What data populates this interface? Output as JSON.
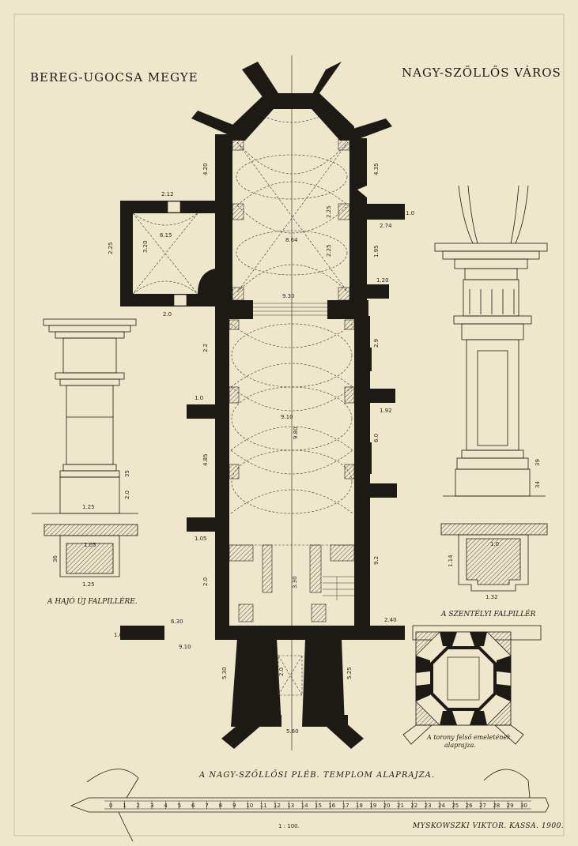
{
  "titles": {
    "county": "BEREG-UGOCSA MEGYE",
    "town": "NAGY-SZŐLLŐS VÁROS",
    "main_caption": "A NAGY-SZŐLLŐSI PLÉB. TEMPLOM ALAPRAJZA.",
    "left_detail_caption": "A HAJÓ ÚJ FALPILLÉRE.",
    "right_detail_caption": "A SZENTÉLYI FALPILLÉR",
    "tower_caption_line1": "A torony felső emeletének",
    "tower_caption_line2": "alaprajza.",
    "scale_note": "1 : 100.",
    "signature": "MYSKOWSZKI VIKTOR. KASSA. 1900."
  },
  "dimensions": {
    "sacristy_width": "2.12",
    "sacristy_inner": "6.15",
    "sacristy_height": "3.20",
    "sacristy_depth": "2.25",
    "sacristy_base": "2.0",
    "choir_left_wall": "4.20",
    "choir_right_wall": "4.35",
    "choir_width": "8.64",
    "choir_span": "9.30",
    "choir_bay": "2.25",
    "choir_bay_right": "2.25",
    "choir_buttress": "2.74",
    "choir_pier": "1.0",
    "choir_pier2": "1.95",
    "choir_end": "1.20",
    "nave_width": "9.10",
    "nave_length": "9.80",
    "nave_left_bay1": "2.2",
    "nave_left_bay2": "4.85",
    "nave_left_bay3": "2.0",
    "nave_right_bay1": "2.9",
    "nave_right_bay2": "6.0",
    "nave_right_bay3": "9.2",
    "nave_buttress_r": "1.92",
    "nave_buttress_l": "1.0",
    "nave_buttress_l2": "1.05",
    "west_span": "6.30",
    "west_left": "9.10",
    "west_right": "2.40",
    "tower_left": "5.30",
    "tower_right": "5.25",
    "tower_inner": "2.0",
    "tower_bottom": "5.60",
    "tower_door": "3.30",
    "tower_pier": "1.0",
    "left_pier_width": "1.25",
    "left_pier_height": "2.0",
    "left_pier_h2": "35",
    "left_sec_w": "1.05",
    "left_sec_d": "36",
    "right_pier_w": "1.32",
    "right_pier_h1": "39",
    "right_pier_h2": "34",
    "right_sec_w": "1.0",
    "right_sec_d": "1.14"
  },
  "scale_ticks": [
    "0",
    "1",
    "2",
    "3",
    "4",
    "5",
    "6",
    "7",
    "8",
    "9",
    "10",
    "11",
    "12",
    "13",
    "14",
    "15",
    "16",
    "17",
    "18",
    "19",
    "20",
    "21",
    "22",
    "23",
    "24",
    "25",
    "26",
    "27",
    "28",
    "29",
    "30"
  ],
  "colors": {
    "paper": "#efe7cc",
    "ink": "#1d1a16",
    "hatch": "#555048"
  }
}
